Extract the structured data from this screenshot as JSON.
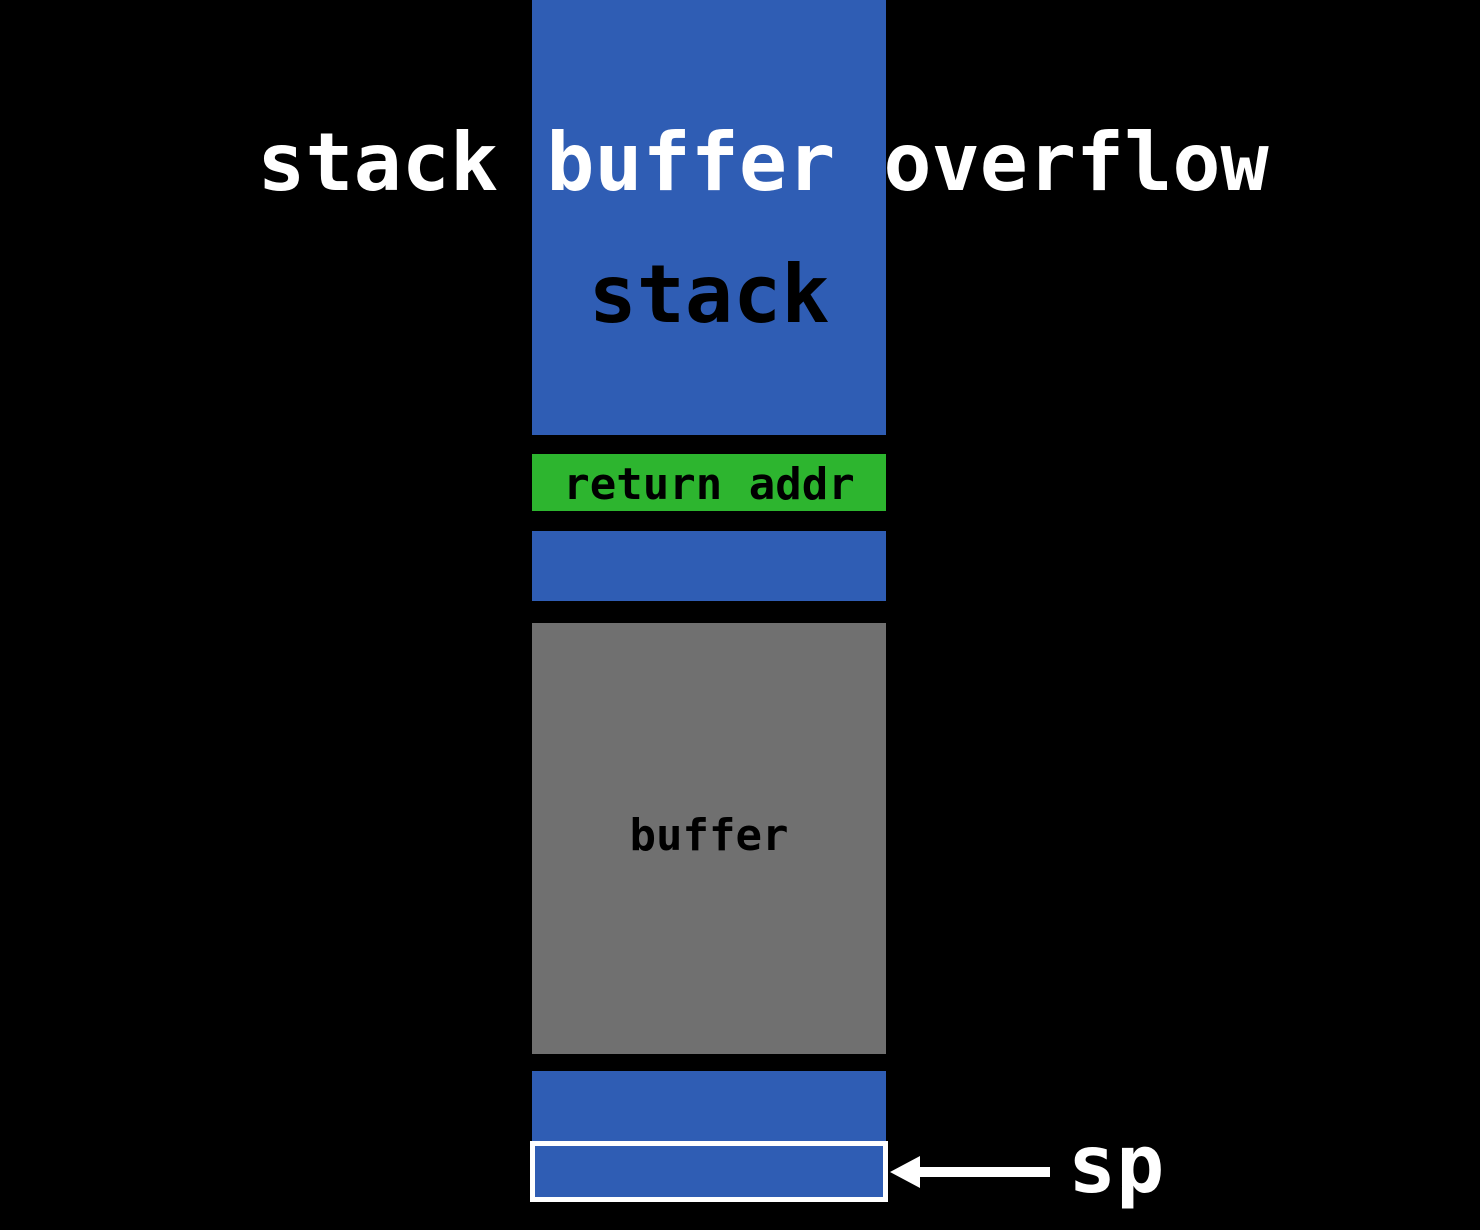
{
  "title": "stack buffer overflow",
  "regions": {
    "stack_label": "stack",
    "return_addr_label": "return addr",
    "buffer_label": "buffer"
  },
  "pointer": {
    "label": "sp"
  },
  "colors": {
    "background": "#000000",
    "stack": "#2f5db4",
    "return_addr": "#2db52f",
    "buffer": "#707070",
    "pointer": "#ffffff"
  }
}
